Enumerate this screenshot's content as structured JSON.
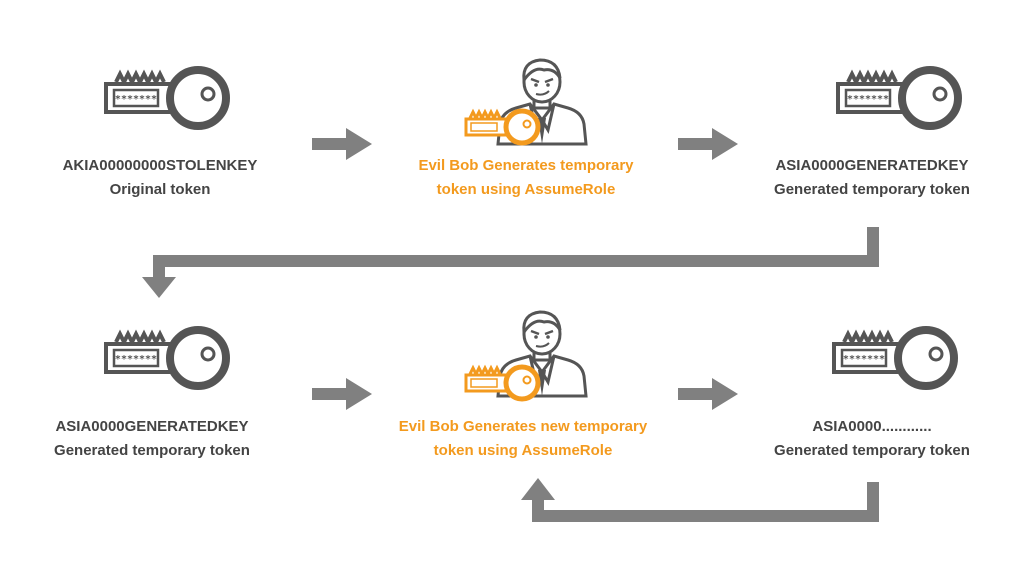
{
  "colors": {
    "dark": "#555555",
    "arrow": "#808080",
    "accent": "#f39a1e",
    "text": "#444444"
  },
  "icons": {
    "token": "key-icon",
    "actor": "evil-bob-person-icon",
    "masked_key_text": "*******"
  },
  "row1": {
    "left": {
      "line1": "AKIA00000000STOLENKEY",
      "line2": "Original token"
    },
    "center": {
      "line1": "Evil Bob Generates temporary",
      "line2": "token using AssumeRole"
    },
    "right": {
      "line1": "ASIA0000GENERATEDKEY",
      "line2": "Generated temporary token"
    }
  },
  "row2": {
    "left": {
      "line1": "ASIA0000GENERATEDKEY",
      "line2": "Generated temporary token"
    },
    "center": {
      "line1": "Evil Bob Generates new temporary",
      "line2": "token using AssumeRole"
    },
    "right": {
      "line1": "ASIA0000............",
      "line2": "Generated temporary token"
    }
  }
}
